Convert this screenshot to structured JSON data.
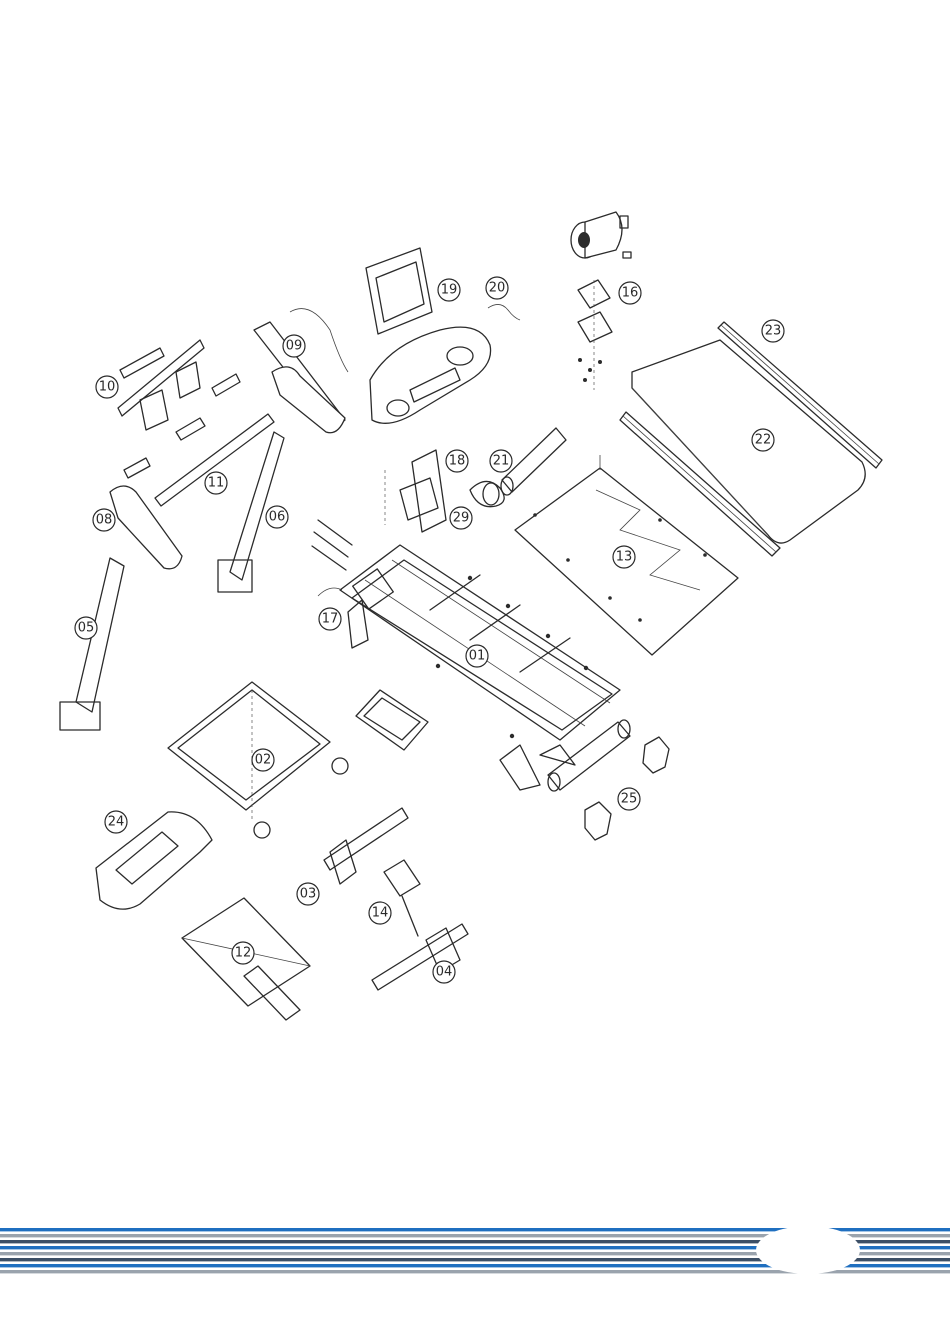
{
  "colors": {
    "stripe_blue": "#1f6fc0",
    "stripe_dark": "#3c4f66",
    "stripe_grey": "#9aa3ad",
    "line": "#2b2b2b"
  },
  "callouts": [
    {
      "id": "01",
      "label": "01"
    },
    {
      "id": "02",
      "label": "02"
    },
    {
      "id": "03",
      "label": "03"
    },
    {
      "id": "04",
      "label": "04"
    },
    {
      "id": "05",
      "label": "05"
    },
    {
      "id": "06",
      "label": "06"
    },
    {
      "id": "08",
      "label": "08"
    },
    {
      "id": "09",
      "label": "09"
    },
    {
      "id": "10",
      "label": "10"
    },
    {
      "id": "11",
      "label": "11"
    },
    {
      "id": "12",
      "label": "12"
    },
    {
      "id": "13",
      "label": "13"
    },
    {
      "id": "14",
      "label": "14"
    },
    {
      "id": "16",
      "label": "16"
    },
    {
      "id": "17",
      "label": "17"
    },
    {
      "id": "18",
      "label": "18"
    },
    {
      "id": "19",
      "label": "19"
    },
    {
      "id": "20",
      "label": "20"
    },
    {
      "id": "21",
      "label": "21"
    },
    {
      "id": "22",
      "label": "22"
    },
    {
      "id": "23",
      "label": "23"
    },
    {
      "id": "24",
      "label": "24"
    },
    {
      "id": "25",
      "label": "25"
    },
    {
      "id": "29",
      "label": "29"
    }
  ]
}
